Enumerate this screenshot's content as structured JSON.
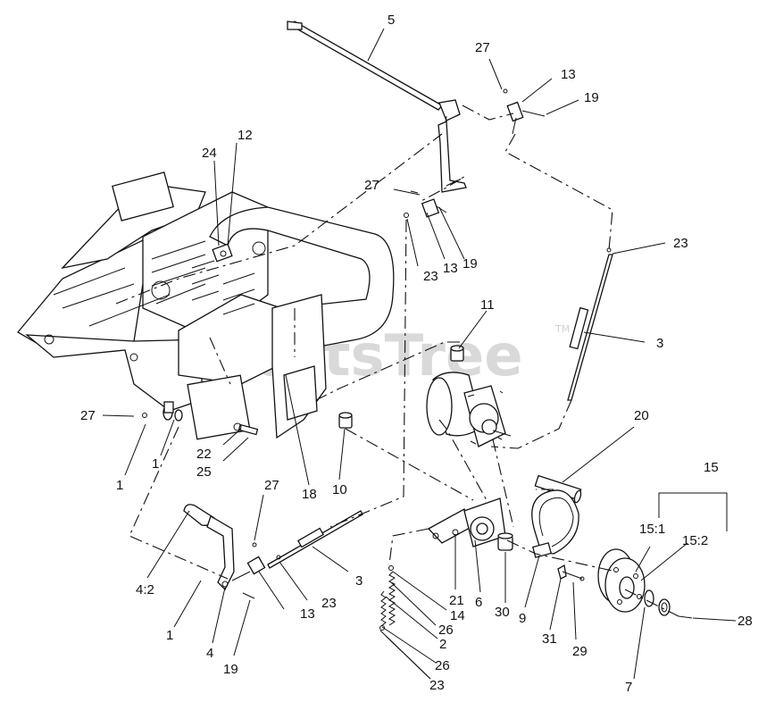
{
  "watermark": {
    "text": "PartsTree",
    "trademark": "TM"
  },
  "callouts": [
    {
      "id": "c5",
      "label": "5"
    },
    {
      "id": "c27a",
      "label": "27"
    },
    {
      "id": "c13a",
      "label": "13"
    },
    {
      "id": "c19a",
      "label": "19"
    },
    {
      "id": "c24",
      "label": "24"
    },
    {
      "id": "c12",
      "label": "12"
    },
    {
      "id": "c27b",
      "label": "27"
    },
    {
      "id": "c23a",
      "label": "23"
    },
    {
      "id": "c13b",
      "label": "13"
    },
    {
      "id": "c19b",
      "label": "19"
    },
    {
      "id": "c23b",
      "label": "23"
    },
    {
      "id": "c11",
      "label": "11"
    },
    {
      "id": "c3a",
      "label": "3"
    },
    {
      "id": "c27c",
      "label": "27"
    },
    {
      "id": "c1a",
      "label": "1"
    },
    {
      "id": "c1b",
      "label": "1"
    },
    {
      "id": "c22",
      "label": "22"
    },
    {
      "id": "c25",
      "label": "25"
    },
    {
      "id": "c18",
      "label": "18"
    },
    {
      "id": "c10",
      "label": "10"
    },
    {
      "id": "c20",
      "label": "20"
    },
    {
      "id": "c15",
      "label": "15"
    },
    {
      "id": "c27d",
      "label": "27"
    },
    {
      "id": "c15_1",
      "label": "15:1"
    },
    {
      "id": "c15_2",
      "label": "15:2"
    },
    {
      "id": "c3b",
      "label": "3"
    },
    {
      "id": "c4_2",
      "label": "4:2"
    },
    {
      "id": "c1c",
      "label": "1"
    },
    {
      "id": "c4",
      "label": "4"
    },
    {
      "id": "c13c",
      "label": "13"
    },
    {
      "id": "c23c",
      "label": "23"
    },
    {
      "id": "c19c",
      "label": "19"
    },
    {
      "id": "c21",
      "label": "21"
    },
    {
      "id": "c14",
      "label": "14"
    },
    {
      "id": "c6",
      "label": "6"
    },
    {
      "id": "c30",
      "label": "30"
    },
    {
      "id": "c9",
      "label": "9"
    },
    {
      "id": "c26a",
      "label": "26"
    },
    {
      "id": "c2",
      "label": "2"
    },
    {
      "id": "c26b",
      "label": "26"
    },
    {
      "id": "c23d",
      "label": "23"
    },
    {
      "id": "c31",
      "label": "31"
    },
    {
      "id": "c29",
      "label": "29"
    },
    {
      "id": "c28",
      "label": "28"
    },
    {
      "id": "c7",
      "label": "7"
    }
  ]
}
